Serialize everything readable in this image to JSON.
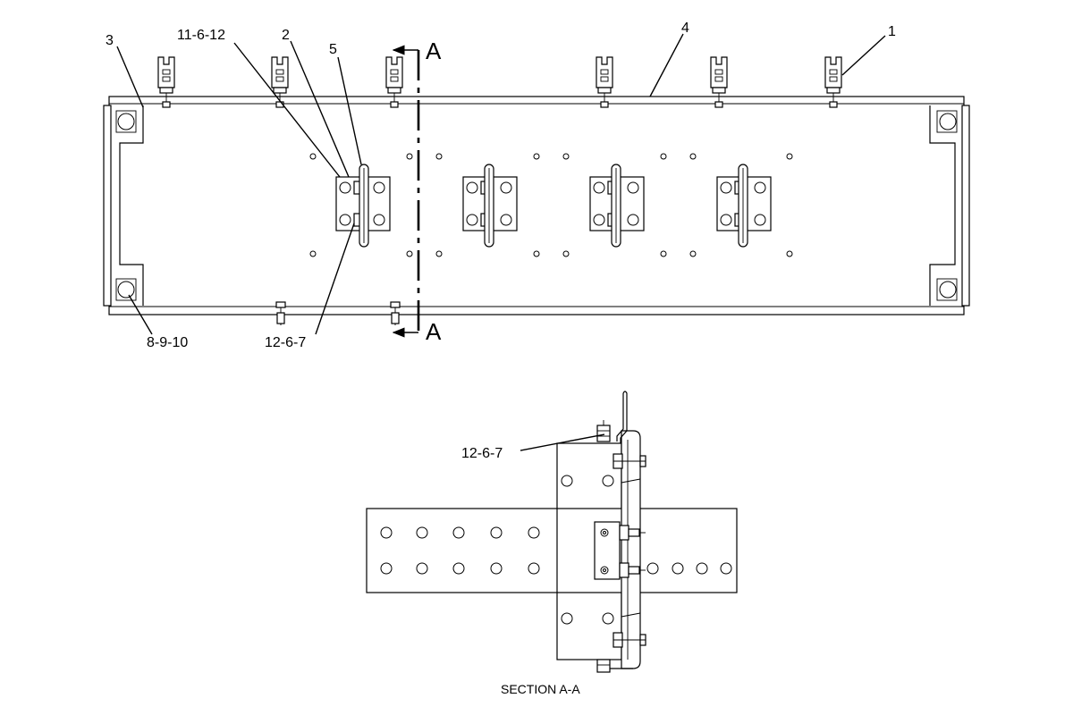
{
  "callouts": {
    "c1": "1",
    "c2": "2",
    "c3": "3",
    "c4": "4",
    "c5": "5",
    "c11_6_12": "11-6-12",
    "c8_9_10": "8-9-10",
    "c12_6_7_top": "12-6-7",
    "c12_6_7_section": "12-6-7"
  },
  "section_marker": {
    "top": "A",
    "bottom": "A"
  },
  "section_caption": "SECTION A-A"
}
